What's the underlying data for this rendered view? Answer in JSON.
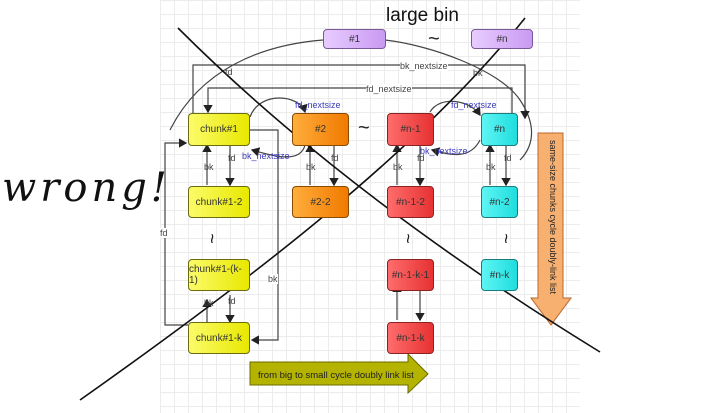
{
  "title": "large bin",
  "annotation": "wrong!",
  "bins": [
    {
      "label": "#1"
    },
    {
      "label": "#n"
    }
  ],
  "bin_separator": "~",
  "chunks": {
    "col1": [
      "chunk#1",
      "chunk#1-2",
      "chunk#1-(k-1)",
      "chunk#1-k"
    ],
    "col2": [
      "#2",
      "#2-2"
    ],
    "col3": [
      "#n-1",
      "#n-1-2",
      "#n-1-k-1",
      "#n-1-k"
    ],
    "col4": [
      "#n",
      "#n-2",
      "#n-k"
    ]
  },
  "link_labels": {
    "fd": "fd",
    "bk": "bk",
    "fd_nextsize": "fd_nextsize",
    "bk_nextsize": "bk_nextsize"
  },
  "arrows": {
    "horizontal": "from big to small cycle doubly link list",
    "vertical": "same-size chunks cycle doubly-link list"
  },
  "colors": {
    "bin": "#d4a8f7",
    "chunk1": "#f4f41e",
    "chunk2": "#f78b16",
    "chunk_n1": "#f04848",
    "chunk_n": "#3deaea",
    "h_arrow": "#b8b800",
    "v_arrow": "#f8b070"
  }
}
